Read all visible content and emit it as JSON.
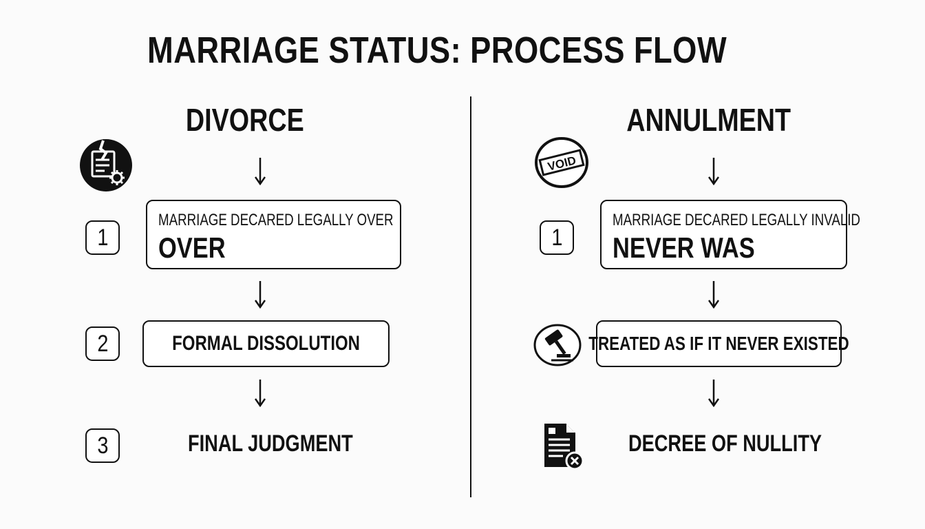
{
  "title": "MARRIAGE STATUS: PROCESS FLOW",
  "divorce": {
    "heading": "DIVORCE",
    "icon": "broken-document-gear-icon",
    "step1": {
      "number": "1",
      "small": "MARRIAGE DECARED LEGALLY OVER",
      "big": "OVER"
    },
    "step2": {
      "number": "2",
      "label": "FORMAL DISSOLUTION"
    },
    "step3": {
      "number": "3",
      "label": "FINAL JUDGMENT"
    }
  },
  "annulment": {
    "heading": "ANNULMENT",
    "icon": "void-stamp-icon",
    "icon_text": "VOID",
    "step1": {
      "number": "1",
      "small": "MARRIAGE DECARED LEGALLY INVALID",
      "big": "NEVER WAS"
    },
    "step2": {
      "icon": "gavel-icon",
      "label": "TREATED AS IF IT NEVER EXISTED"
    },
    "step3": {
      "icon": "document-cancel-icon",
      "label": "DECREE OF NULLITY"
    }
  },
  "colors": {
    "ink": "#111111",
    "background": "#fbfbfb"
  }
}
